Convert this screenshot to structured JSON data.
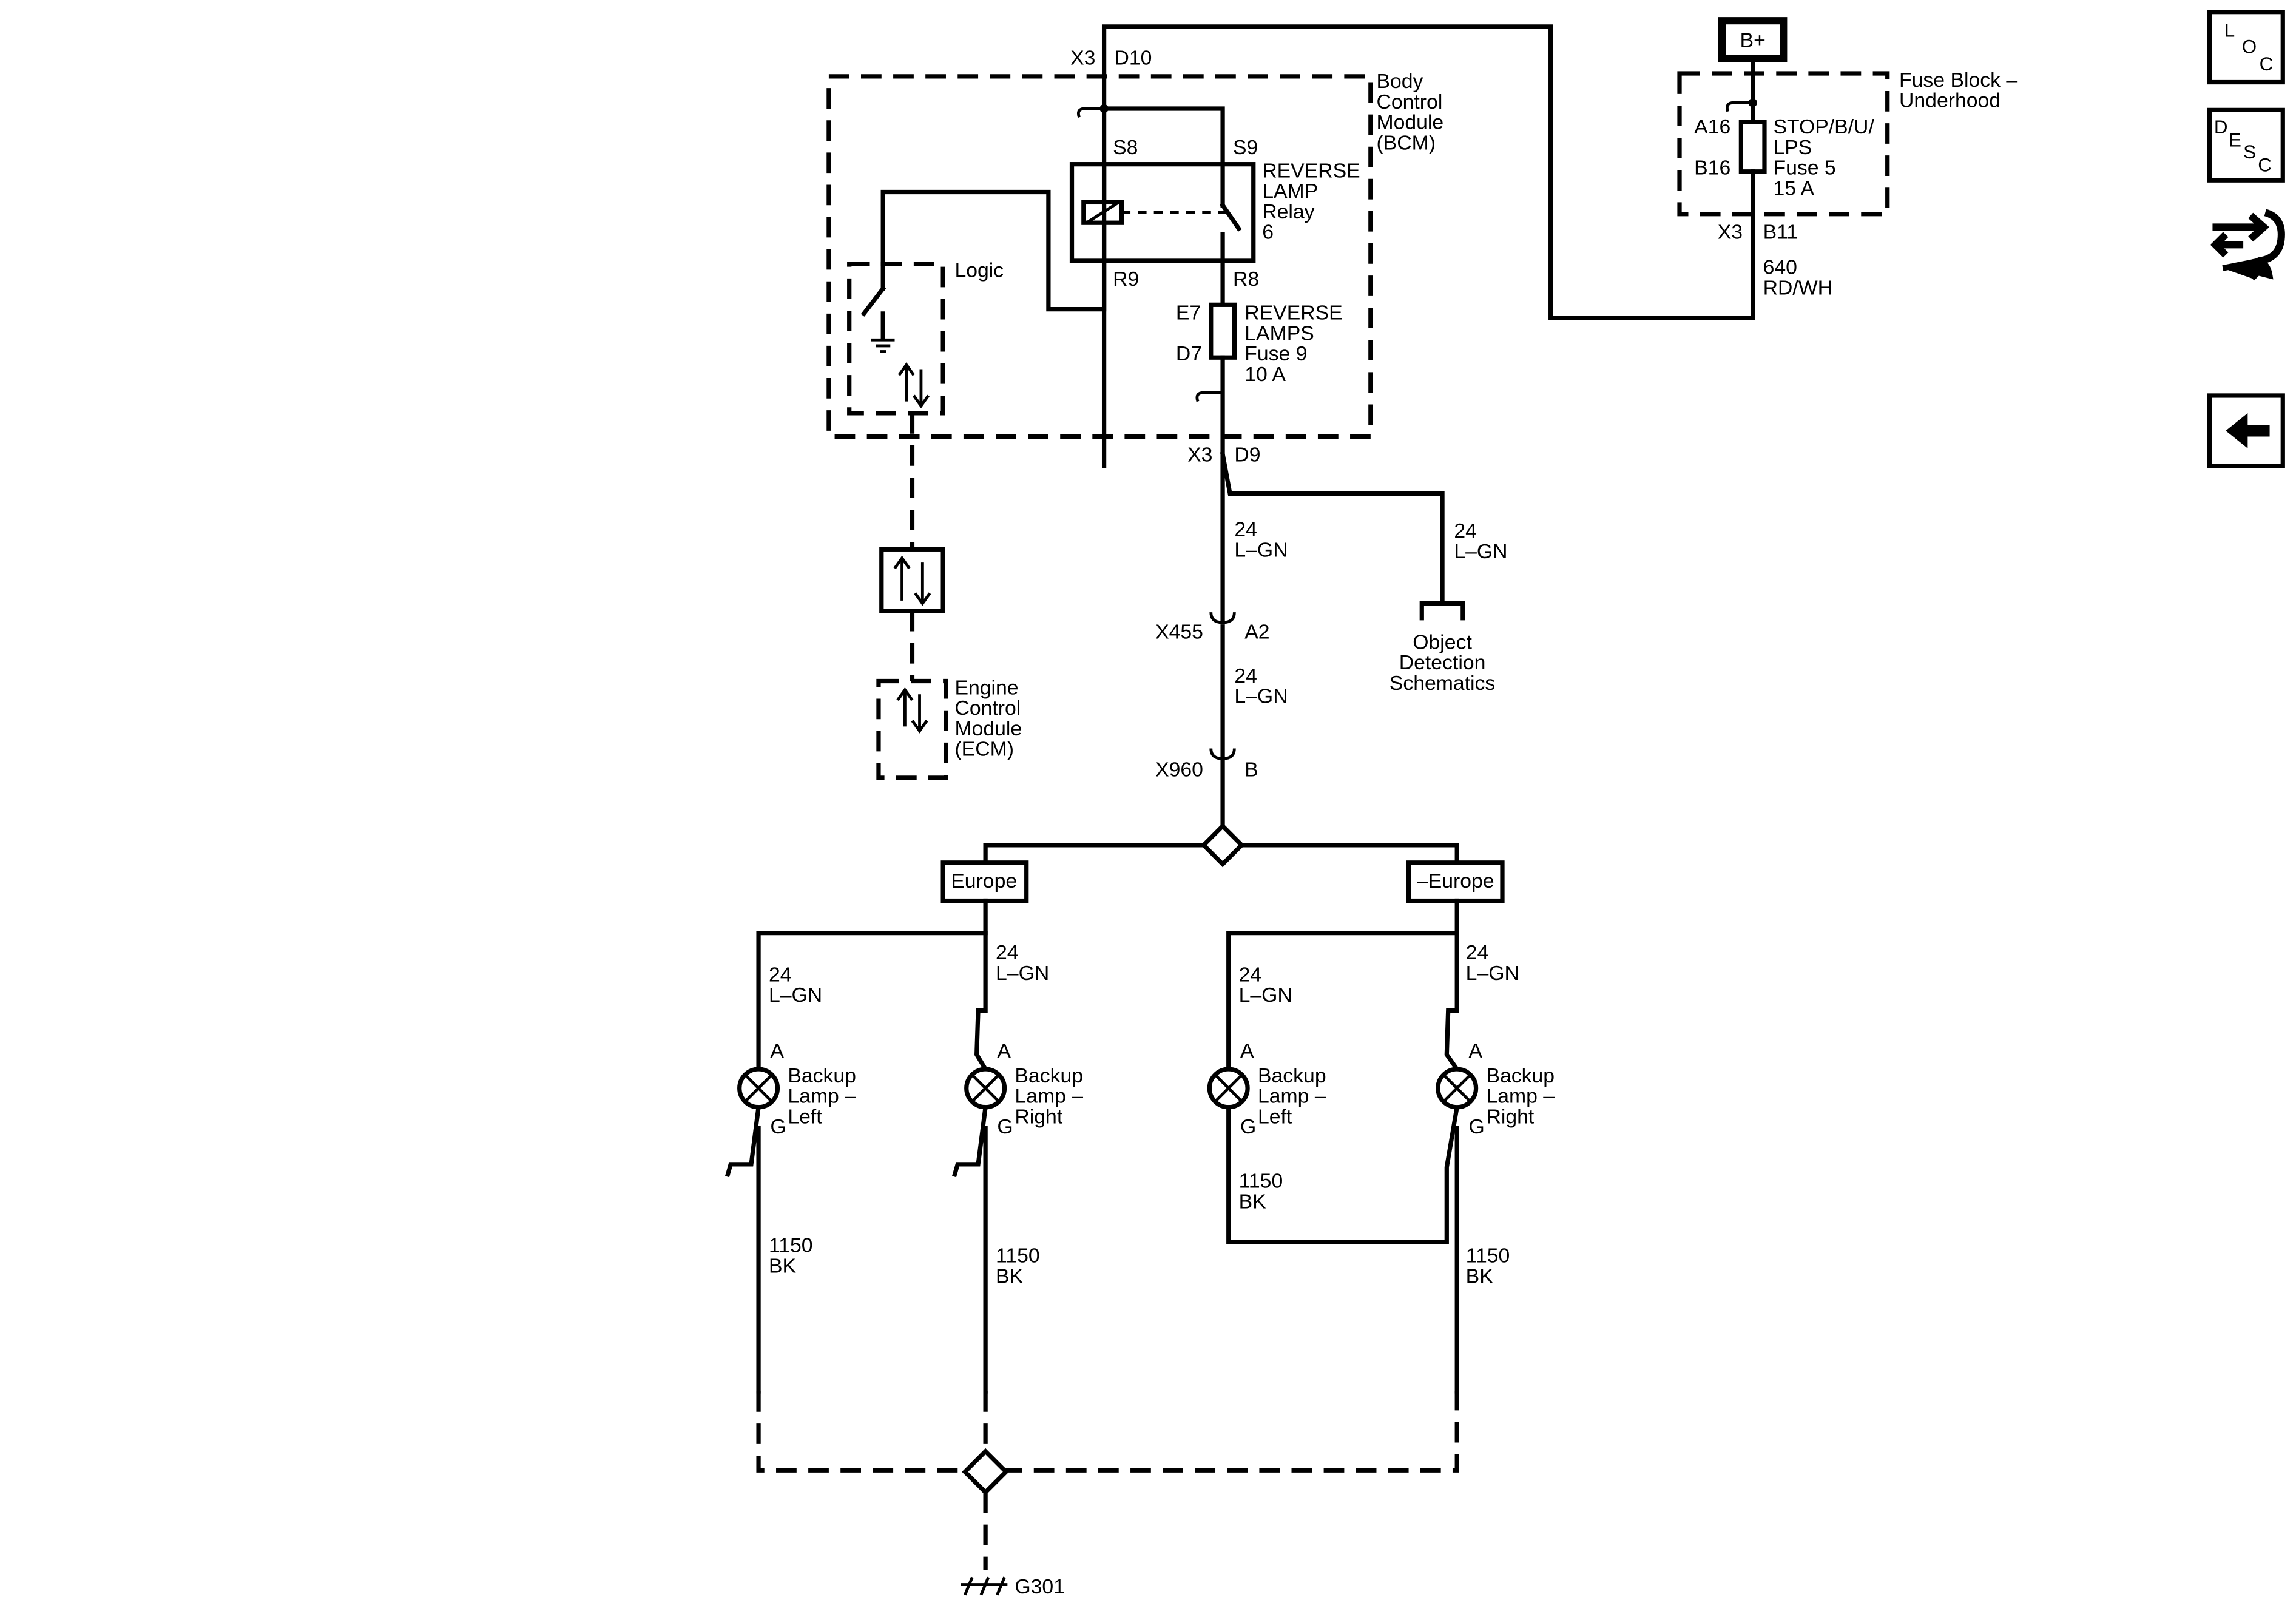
{
  "power": {
    "label": "B+"
  },
  "fuse_block": {
    "title_line1": "Fuse Block –",
    "title_line2": "Underhood",
    "pin_in": "A16",
    "pin_out": "B16",
    "fuse_line1": "STOP/B/U/",
    "fuse_line2": "LPS",
    "fuse_line3": "Fuse 5",
    "fuse_line4": "15 A",
    "conn": "X3",
    "conn_pin": "B11"
  },
  "feed_wire": {
    "circuit": "640",
    "color": "RD/WH"
  },
  "bcm": {
    "title_line1": "Body",
    "title_line2": "Control",
    "title_line3": "Module",
    "title_line4": "(BCM)",
    "top_conn": "X3",
    "top_pin": "D10",
    "relay_pin_s8": "S8",
    "relay_pin_s9": "S9",
    "relay_pin_r9": "R9",
    "relay_pin_r8": "R8",
    "relay_line1": "REVERSE",
    "relay_line2": "LAMP",
    "relay_line3": "Relay",
    "relay_line4": "6",
    "fuse_pin_top": "E7",
    "fuse_pin_bottom": "D7",
    "fuse_line1": "REVERSE",
    "fuse_line2": "LAMPS",
    "fuse_line3": "Fuse 9",
    "fuse_line4": "10 A",
    "logic_label": "Logic",
    "out_conn": "X3",
    "out_pin": "D9"
  },
  "ecm": {
    "line1": "Engine",
    "line2": "Control",
    "line3": "Module",
    "line4": "(ECM)"
  },
  "object_detection": {
    "line1": "Object",
    "line2": "Detection",
    "line3": "Schematics"
  },
  "wire_lgn": {
    "circuit": "24",
    "color": "L–GN"
  },
  "wire_bk": {
    "circuit": "1150",
    "color": "BK"
  },
  "connectors": {
    "x455": "X455",
    "x455_pin": "A2",
    "x960": "X960",
    "x960_pin": "B"
  },
  "options": {
    "europe": "Europe",
    "non_europe": "–Europe"
  },
  "lamp_pins": {
    "a": "A",
    "g": "G"
  },
  "lamps": {
    "left_line1": "Backup",
    "left_line2": "Lamp –",
    "left_line3": "Left",
    "right_line1": "Backup",
    "right_line2": "Lamp –",
    "right_line3": "Right"
  },
  "ground": {
    "label": "G301"
  },
  "nav": {
    "loc": [
      "L",
      "O",
      "C"
    ],
    "desc": [
      "D",
      "E",
      "S",
      "C"
    ]
  }
}
